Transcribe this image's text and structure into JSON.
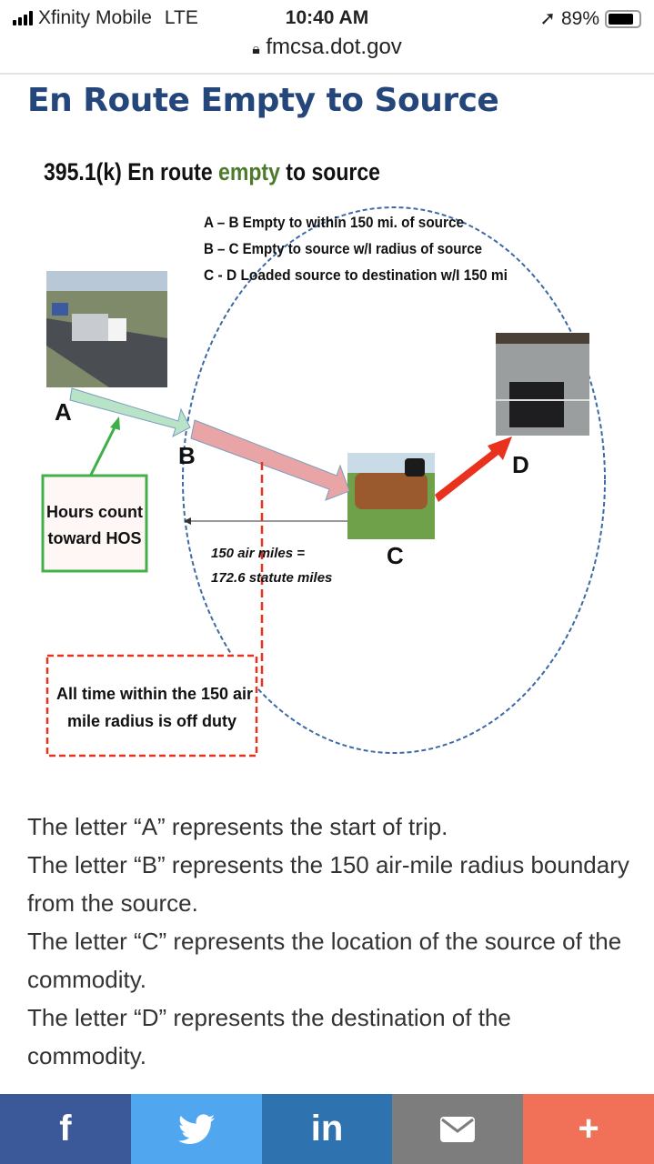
{
  "status": {
    "carrier": "Xfinity Mobile",
    "network": "LTE",
    "time": "10:40 AM",
    "battery": "89%"
  },
  "browser": {
    "url": "fmcsa.dot.gov"
  },
  "page": {
    "title": "En Route Empty to Source"
  },
  "diagram": {
    "heading_prefix": "395.1(k) En route ",
    "heading_highlight": "empty",
    "heading_suffix": " to source",
    "legend": [
      "A – B  Empty to within 150 mi. of source",
      "B – C  Empty to source w/I radius of source",
      "C - D   Loaded source to destination w/I 150 mi"
    ],
    "points": {
      "a": "A",
      "b": "B",
      "c": "C",
      "d": "D"
    },
    "hours_box": [
      "Hours count",
      "toward HOS"
    ],
    "distance": [
      "150 air miles =",
      "172.6 statute miles"
    ],
    "off_duty_box": [
      "All time within the 150 air",
      "mile radius is off duty"
    ]
  },
  "description": [
    "The letter “A” represents the start of trip.",
    "The letter “B” represents the 150 air-mile radius boundary from the source.",
    "The letter “C” represents the location of the source of the commodity.",
    "The letter “D” represents the destination of the commodity."
  ],
  "share": {
    "facebook": "f",
    "linkedin": "in",
    "plus": "+"
  },
  "colors": {
    "title": "#24467a",
    "facebook": "#3b5998",
    "twitter": "#50a7f0",
    "linkedin": "#2e73b0",
    "email": "#7d7d7d",
    "plus": "#f07058"
  }
}
